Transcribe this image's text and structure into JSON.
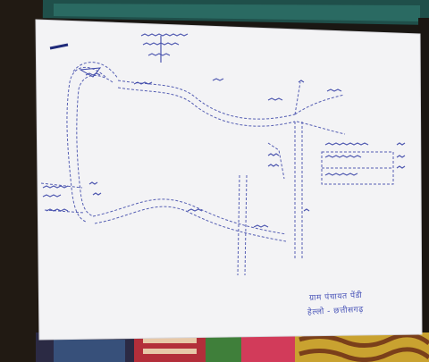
{
  "photo": {
    "subject": "hand-drawn-village-map",
    "ink_color": "#3a45a8",
    "paper_color": "#f4f4f6"
  },
  "signature": {
    "line1": "ग्राम पंचायत पेंडी",
    "line2": "हेल्लो - छत्तीसगढ़"
  }
}
